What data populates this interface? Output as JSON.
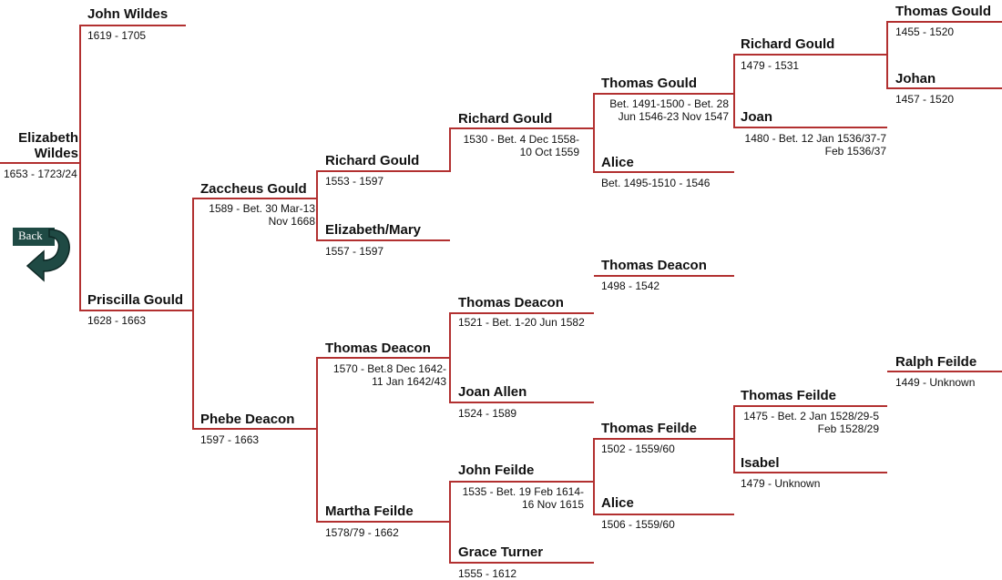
{
  "back_button": {
    "label": "Back"
  },
  "people": [
    {
      "name": "Elizabeth Wildes",
      "dates": "1653 - 1723/24"
    },
    {
      "name": "John Wildes",
      "dates": "1619 - 1705"
    },
    {
      "name": "Priscilla Gould",
      "dates": "1628 - 1663"
    },
    {
      "name": "Zaccheus Gould",
      "dates": "1589 - Bet. 30 Mar-13 Nov 1668"
    },
    {
      "name": "Phebe Deacon",
      "dates": "1597 - 1663"
    },
    {
      "name": "Richard Gould",
      "dates": "1553 - 1597"
    },
    {
      "name": "Elizabeth/Mary",
      "dates": "1557 - 1597"
    },
    {
      "name": "Thomas Deacon",
      "dates": "1570 - Bet.8 Dec 1642-11 Jan 1642/43"
    },
    {
      "name": "Martha Feilde",
      "dates": "1578/79 - 1662"
    },
    {
      "name": "Richard Gould",
      "dates": "1530 - Bet. 4 Dec 1558-10 Oct 1559"
    },
    {
      "name": "Thomas Deacon",
      "dates": "1521 - Bet. 1-20 Jun 1582"
    },
    {
      "name": "Joan Allen",
      "dates": "1524 - 1589"
    },
    {
      "name": "John Feilde",
      "dates": "1535 - Bet. 19 Feb 1614-16 Nov 1615"
    },
    {
      "name": "Grace Turner",
      "dates": "1555 - 1612"
    },
    {
      "name": "Thomas Gould",
      "dates": "Bet. 1491-1500 - Bet. 28 Jun 1546-23 Nov 1547"
    },
    {
      "name": "Alice",
      "dates": "Bet. 1495-1510 - 1546"
    },
    {
      "name": "Thomas Deacon",
      "dates": "1498 - 1542"
    },
    {
      "name": "Thomas Feilde",
      "dates": "1502 - 1559/60"
    },
    {
      "name": "Alice",
      "dates": "1506 - 1559/60"
    },
    {
      "name": "Richard Gould",
      "dates": "1479 - 1531"
    },
    {
      "name": "Joan",
      "dates": "1480 - Bet. 12 Jan 1536/37-7 Feb 1536/37"
    },
    {
      "name": "Thomas Feilde",
      "dates": "1475 - Bet. 2 Jan 1528/29-5 Feb 1528/29"
    },
    {
      "name": "Isabel",
      "dates": "1479 - Unknown"
    },
    {
      "name": "Thomas Gould",
      "dates": "1455 - 1520"
    },
    {
      "name": "Johan",
      "dates": "1457 - 1520"
    },
    {
      "name": "Ralph Feilde",
      "dates": "1449 - Unknown"
    }
  ]
}
